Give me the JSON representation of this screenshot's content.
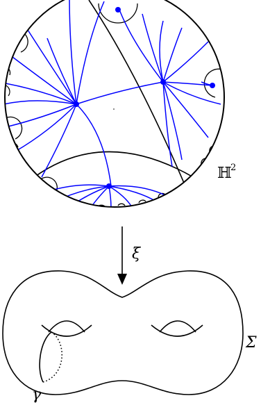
{
  "labels": {
    "hyperbolic_plane": "ℍ",
    "hyperbolic_plane_exponent": "2",
    "covering_map": "ξ",
    "surface": "Σ",
    "curve": "γ"
  },
  "colors": {
    "stroke": "#000000",
    "geodesic_blue": "#0000ff",
    "background": "#ffffff"
  }
}
